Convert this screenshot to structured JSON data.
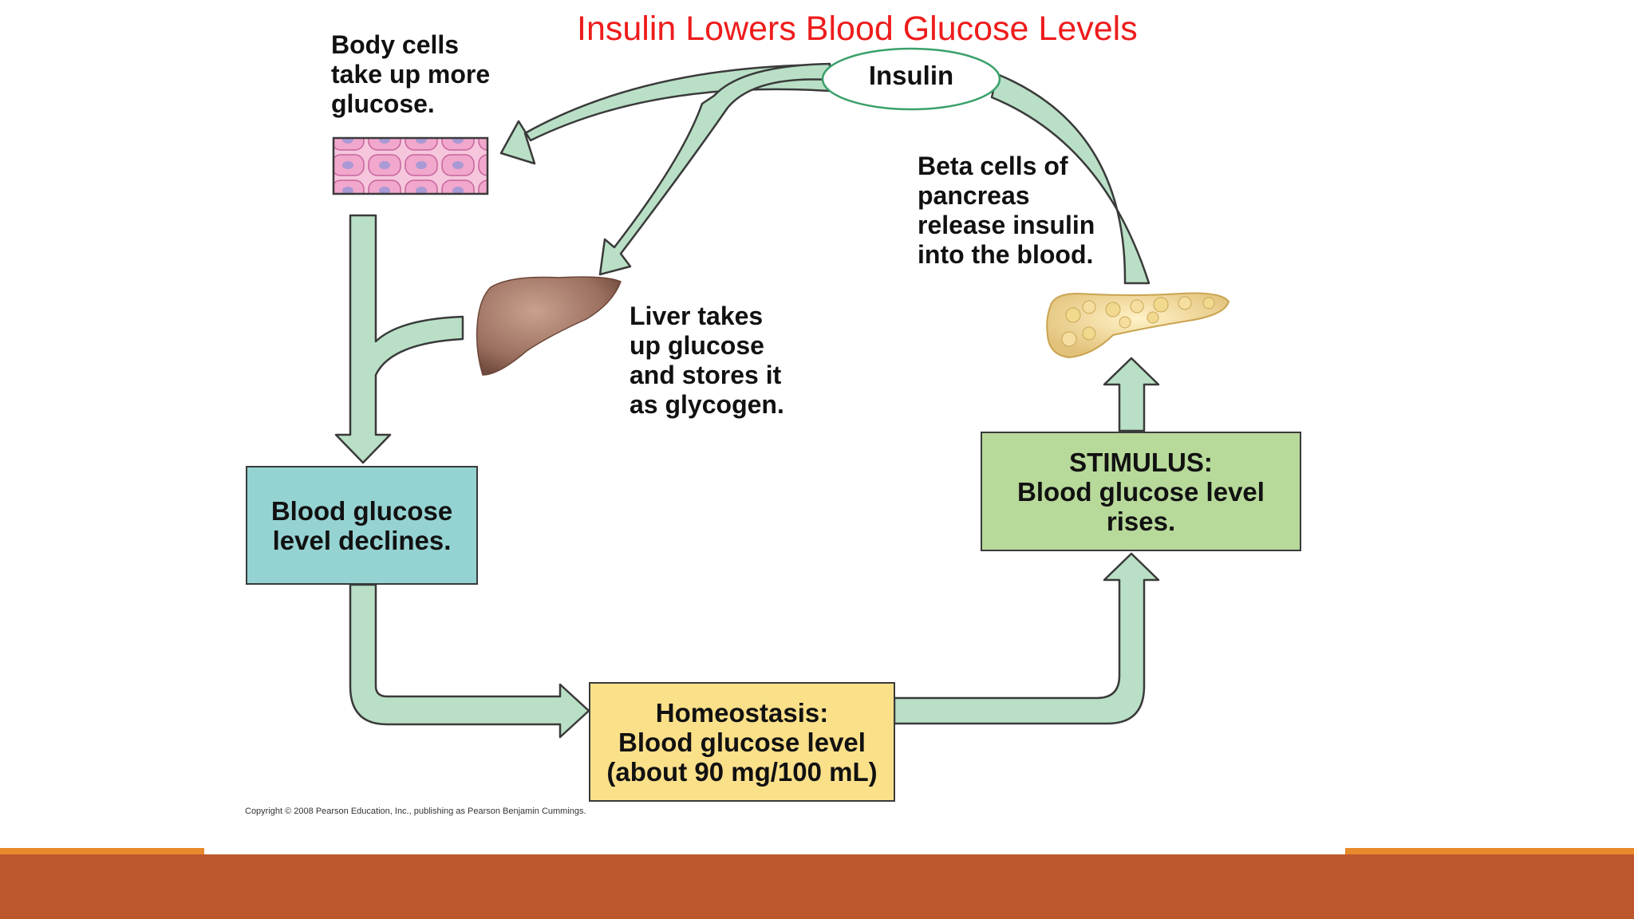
{
  "title": "Insulin Lowers Blood Glucose Levels",
  "insulin_label": "Insulin",
  "body_cells_text": [
    "Body cells",
    "take up more",
    "glucose."
  ],
  "beta_cells_text": [
    "Beta cells of",
    "pancreas",
    "release insulin",
    "into the blood."
  ],
  "liver_text": [
    "Liver takes",
    "up glucose",
    "and stores it",
    "as glycogen."
  ],
  "boxes": {
    "declines": {
      "lines": [
        "Blood glucose",
        "level declines."
      ],
      "color": "#95d3d2"
    },
    "stimulus": {
      "lines": [
        "STIMULUS:",
        "Blood glucose level",
        "rises."
      ],
      "color": "#b7d99a"
    },
    "homeostasis": {
      "lines": [
        "Homeostasis:",
        "Blood glucose level",
        "(about 90 mg/100 mL)"
      ],
      "color": "#fbe08a"
    }
  },
  "copyright": "Copyright © 2008 Pearson Education, Inc., publishing as Pearson Benjamin Cummings.",
  "colors": {
    "title": "#ee1c1c",
    "arrow_fill": "#b9e0c6",
    "arrow_stroke": "#3a3a3a",
    "footer_bar": "#bd582c",
    "footer_accent": "#e8892b"
  },
  "icons": {
    "body_cells": "cell-tissue-icon",
    "liver": "liver-icon",
    "pancreas": "pancreas-icon"
  }
}
